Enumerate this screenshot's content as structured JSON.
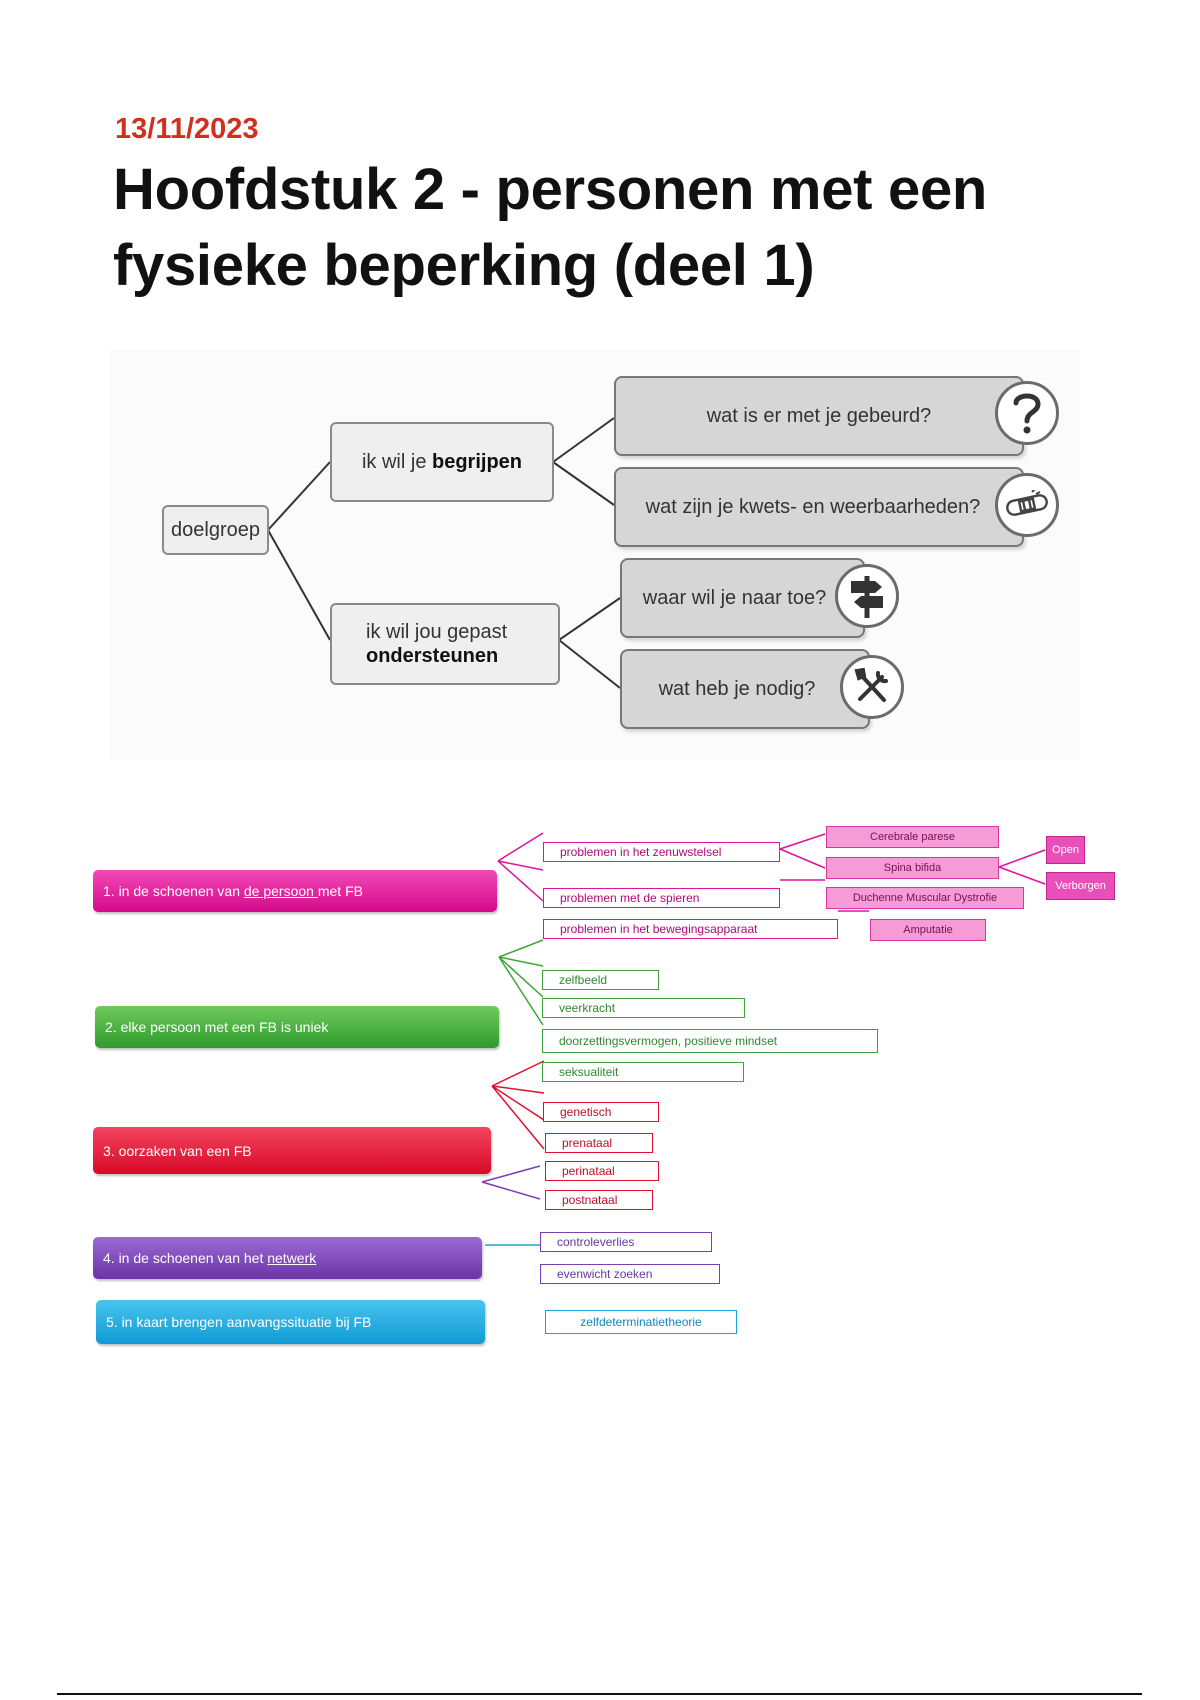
{
  "header": {
    "date": "13/11/2023",
    "title": "Hoofdstuk 2 - personen met een fysieke beperking (deel 1)"
  },
  "diagram1": {
    "root": "doelgroep",
    "branch_understand": {
      "prefix": "ik wil je",
      "bold": "begrijpen"
    },
    "branch_support": {
      "line1": "ik wil jou gepast",
      "bold": "ondersteunen"
    },
    "questions": [
      {
        "text": "wat is er met je gebeurd?",
        "icon": "question-mark-icon"
      },
      {
        "text": "wat zijn je kwets- en weerbaarheden?",
        "icon": "bandage-icon"
      },
      {
        "text": "waar wil je naar toe?",
        "icon": "signpost-icon"
      },
      {
        "text": "wat heb je nodig?",
        "icon": "tools-icon"
      }
    ]
  },
  "mindmap": {
    "topic1": {
      "label_pre": "1. in de schoenen van ",
      "label_u": "de persoon ",
      "label_post": "met FB",
      "color": "#e0129a",
      "subs": [
        "problemen in het zenuwstelsel",
        "problemen met de spieren",
        "problemen in het bewegingsapparaat"
      ],
      "details": [
        "Cerebrale parese",
        "Spina bifida",
        "Duchenne Muscular Dystrofie",
        "Amputatie"
      ],
      "spina_subs": [
        "Open",
        "Verborgen"
      ]
    },
    "topic2": {
      "label": "2. elke persoon met een FB is uniek",
      "color": "#3da53a",
      "subs": [
        "zelfbeeld",
        "veerkracht",
        "doorzettingsvermogen, positieve mindset",
        "seksualiteit"
      ]
    },
    "topic3": {
      "label": "3. oorzaken van een FB",
      "color": "#e0102e",
      "subs": [
        "genetisch",
        "prenataal",
        "perinataal",
        "postnataal"
      ]
    },
    "topic4": {
      "label_pre": "4. in de schoenen van het ",
      "label_u": "netwerk",
      "color": "#7a3fb5",
      "subs": [
        "controleverlies",
        "evenwicht zoeken"
      ]
    },
    "topic5": {
      "label": "5. in kaart brengen aanvangssituatie bij FB",
      "color": "#17a5de",
      "subs": [
        "zelfdeterminatietheorie"
      ]
    }
  }
}
